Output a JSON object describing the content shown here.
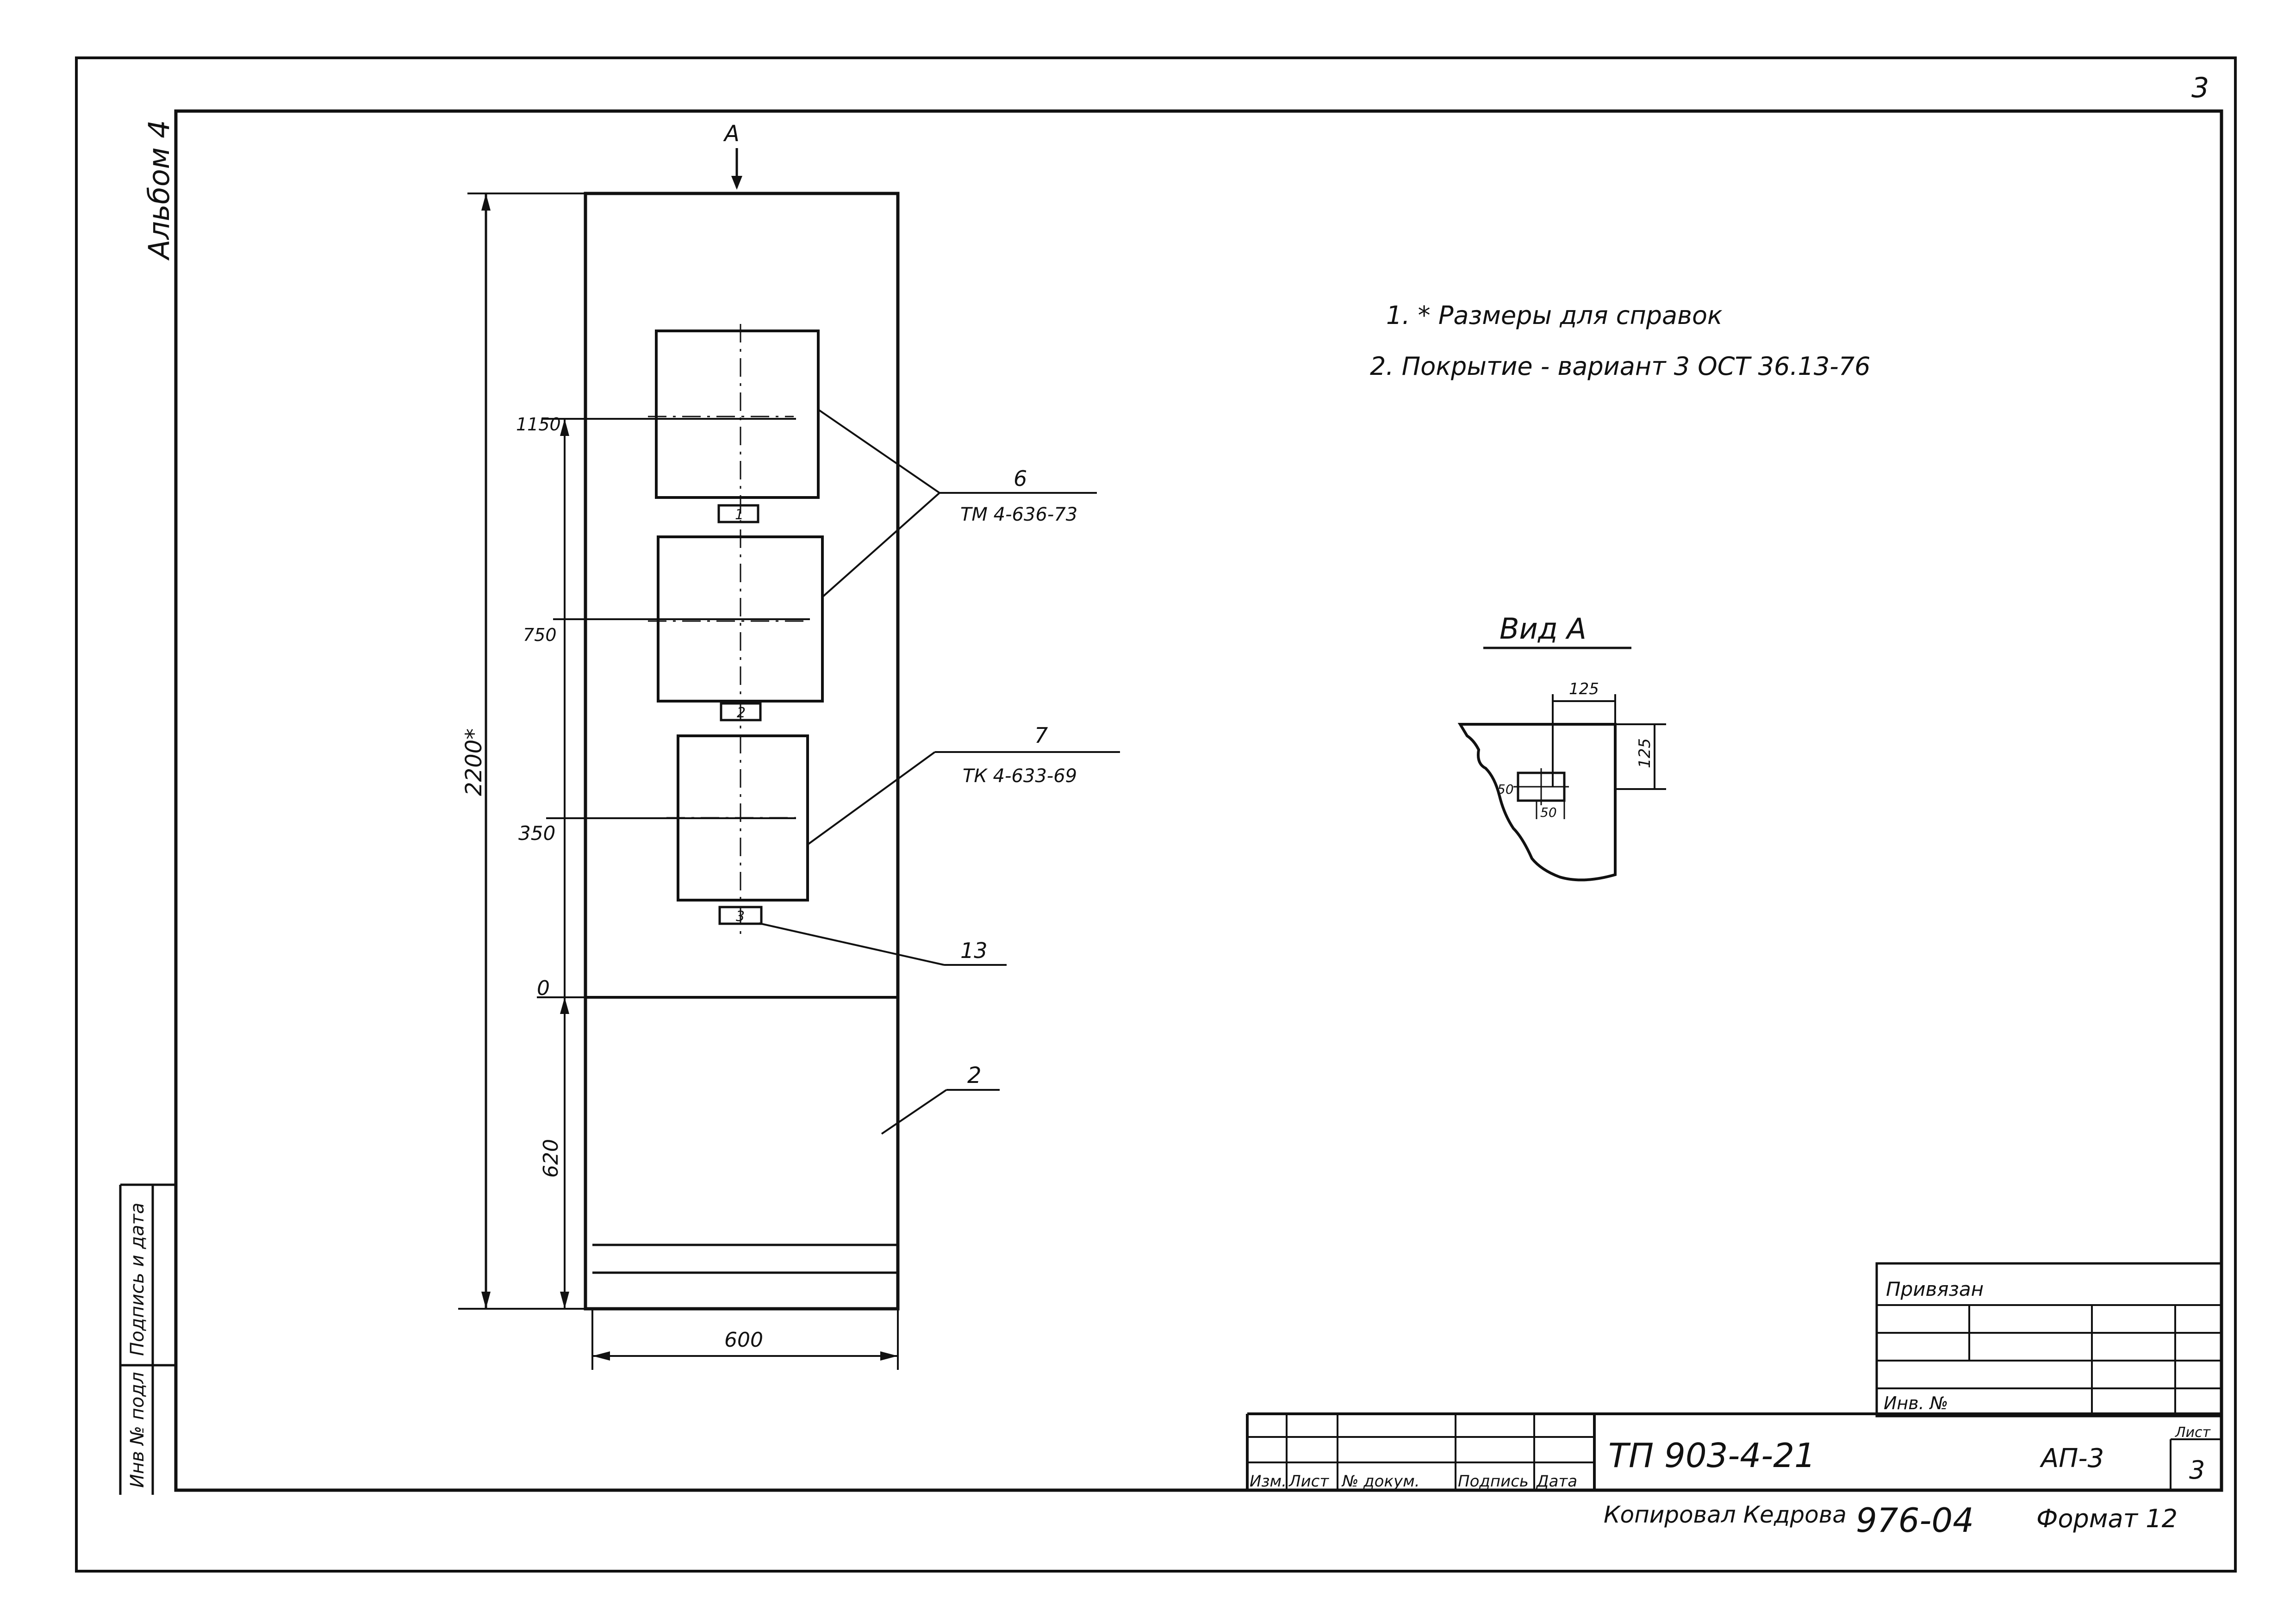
{
  "album_label": "Альбом 4",
  "corner_mark": "3",
  "notes": [
    "1. * Размеры для справок",
    "2. Покрытие - вариант 3 ОСТ 36.13-76"
  ],
  "view_arrow_label": "А",
  "cabinet": {
    "dimensions": {
      "overall_height": "2200*",
      "level_1150": "1150",
      "level_750": "750",
      "level_350": "350",
      "level_0": "0",
      "base_height": "620",
      "width": "600"
    },
    "small_labels": [
      "1",
      "2",
      "3"
    ],
    "callouts": [
      {
        "number": "6",
        "spec": "ТМ 4-636-73"
      },
      {
        "number": "7",
        "spec": "ТК 4-633-69"
      },
      {
        "number": "13",
        "spec": ""
      },
      {
        "number": "2",
        "spec": ""
      }
    ]
  },
  "view_a": {
    "title": "Вид А",
    "dims": [
      "125",
      "125",
      "50",
      "50"
    ]
  },
  "left_strip": {
    "signature_date": "Подпись и дата",
    "inv_original": "Инв № подл"
  },
  "title_block": {
    "privyazan": "Привязан",
    "inv_no": "Инв. №",
    "columns": [
      "Изм.",
      "Лист",
      "№ докум.",
      "Подпись",
      "Дата"
    ],
    "doc_code": "ТП 903-4-21",
    "sheet_code": "АП-3",
    "sheet_label": "Лист",
    "sheet_number": "3"
  },
  "footer": {
    "copied_by": "Копировал Кедрова",
    "archive_number": "976-04",
    "format": "Формат 12"
  }
}
